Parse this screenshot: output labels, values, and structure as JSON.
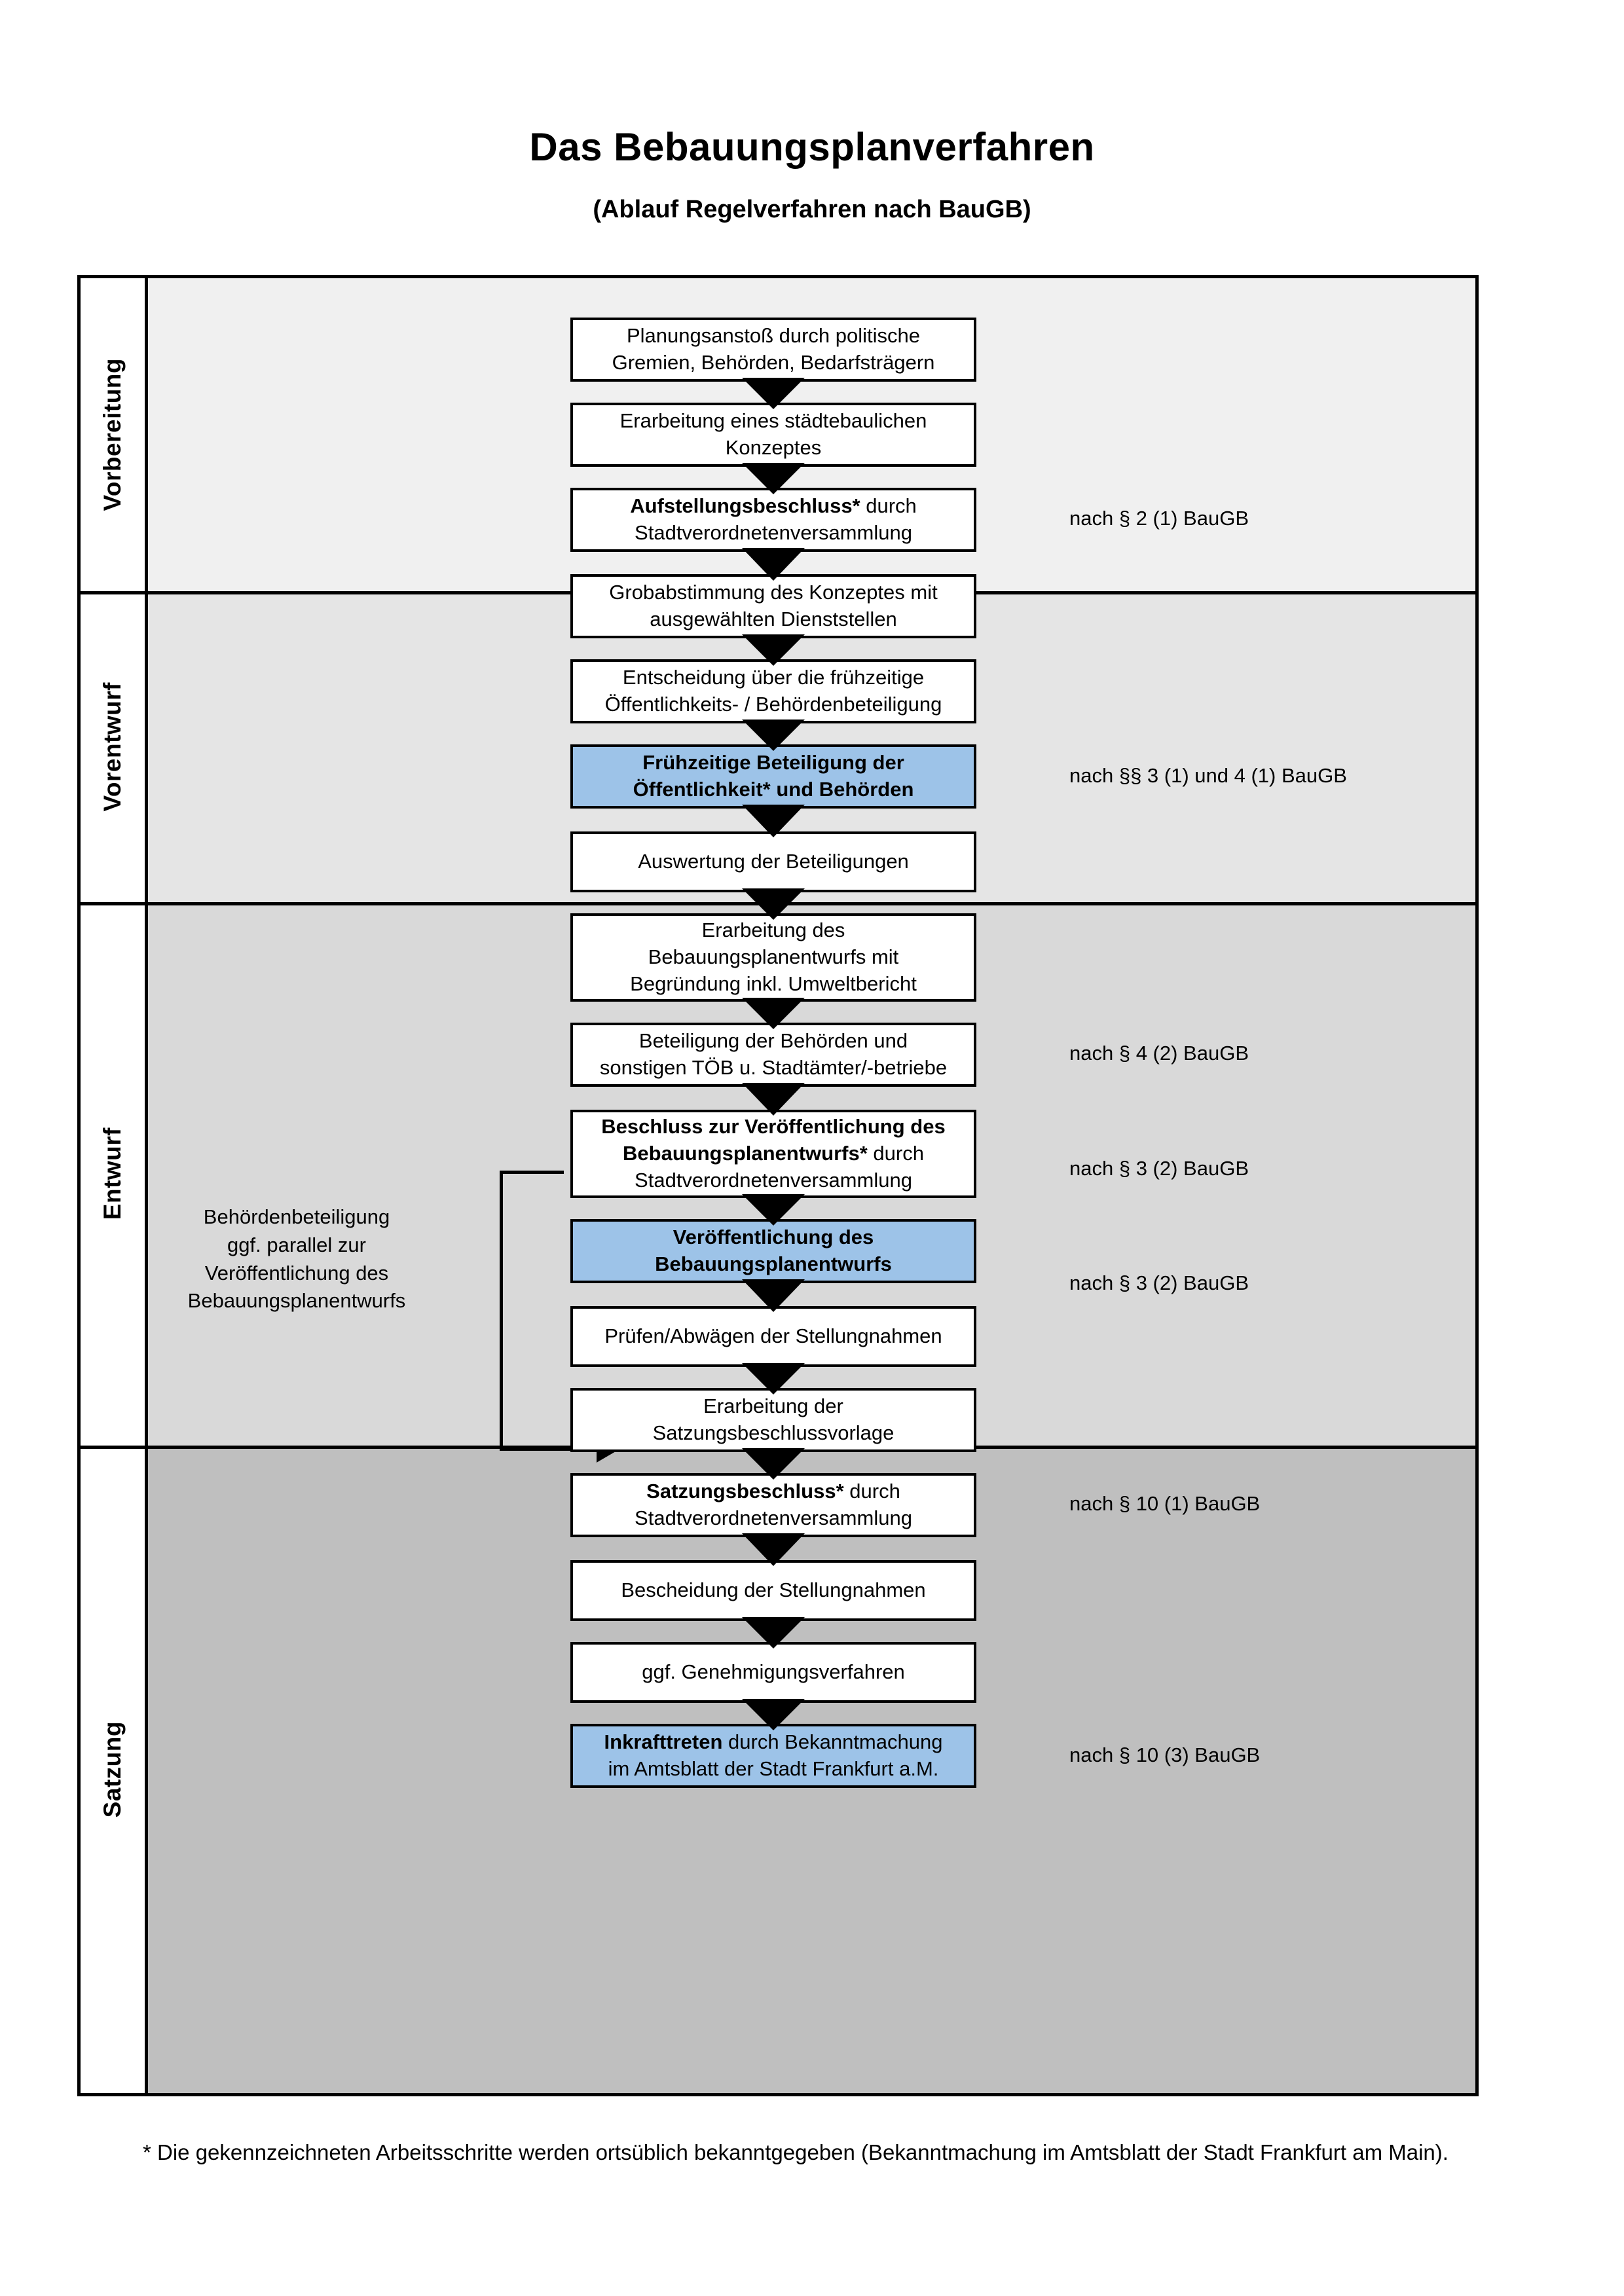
{
  "header": {
    "title": "Das Bebauungsplanverfahren",
    "subtitle": "(Ablauf Regelverfahren nach BauGB)"
  },
  "phases": [
    {
      "id": "vorbereitung",
      "label": "Vorbereitung",
      "bg": "#F0F0F0"
    },
    {
      "id": "vorentwurf",
      "label": "Vorentwurf",
      "bg": "#E5E5E5"
    },
    {
      "id": "entwurf",
      "label": "Entwurf",
      "bg": "#D9D9D9"
    },
    {
      "id": "satzung",
      "label": "Satzung",
      "bg": "#BFBFBF"
    }
  ],
  "steps": [
    {
      "id": "s1",
      "phase": "vorbereitung",
      "lines": [
        "Planungsanstoß durch politische",
        "Gremien, Behörden, Bedarfsträgern"
      ],
      "bold": "",
      "highlight": false
    },
    {
      "id": "s2",
      "phase": "vorbereitung",
      "lines": [
        "Erarbeitung eines städtebaulichen",
        "Konzeptes"
      ],
      "bold": "",
      "highlight": false
    },
    {
      "id": "s3",
      "phase": "vorbereitung",
      "lines": [
        "Aufstellungsbeschluss* durch",
        "Stadtverordnetenversammlung"
      ],
      "bold": "Aufstellungsbeschluss*",
      "highlight": false
    },
    {
      "id": "s4",
      "phase": "vorentwurf",
      "lines": [
        "Grobabstimmung des Konzeptes mit",
        "ausgewählten Dienststellen"
      ],
      "bold": "",
      "highlight": false
    },
    {
      "id": "s5",
      "phase": "vorentwurf",
      "lines": [
        "Entscheidung über die frühzeitige",
        "Öffentlichkeits- / Behördenbeteiligung"
      ],
      "bold": "",
      "highlight": false
    },
    {
      "id": "s6",
      "phase": "vorentwurf",
      "lines": [
        "Frühzeitige Beteiligung der",
        "Öffentlichkeit* und Behörden"
      ],
      "bold": "all",
      "highlight": true
    },
    {
      "id": "s7",
      "phase": "entwurf",
      "lines": [
        "Auswertung der Beteiligungen"
      ],
      "bold": "",
      "highlight": false
    },
    {
      "id": "s8",
      "phase": "entwurf",
      "lines": [
        "Erarbeitung des",
        "Bebauungsplanentwurfs mit",
        "Begründung inkl. Umweltbericht"
      ],
      "bold": "",
      "highlight": false
    },
    {
      "id": "s9",
      "phase": "entwurf",
      "lines": [
        "Beteiligung der Behörden und",
        "sonstigen TÖB u. Stadtämter/-betriebe"
      ],
      "bold": "",
      "highlight": false
    },
    {
      "id": "s10",
      "phase": "entwurf",
      "lines": [
        "Beschluss zur Veröffentlichung des",
        "Bebauungsplanentwurfs* durch",
        "Stadtverordnetenversammlung"
      ],
      "bold": "Beschluss zur Veröffentlichung des Bebauungsplanentwurfs*",
      "highlight": false
    },
    {
      "id": "s11",
      "phase": "entwurf",
      "lines": [
        "Veröffentlichung des",
        "Bebauungsplanentwurfs"
      ],
      "bold": "all",
      "highlight": true
    },
    {
      "id": "s12",
      "phase": "satzung",
      "lines": [
        "Prüfen/Abwägen der Stellungnahmen"
      ],
      "bold": "",
      "highlight": false
    },
    {
      "id": "s13",
      "phase": "satzung",
      "lines": [
        "Erarbeitung der",
        "Satzungsbeschlussvorlage"
      ],
      "bold": "",
      "highlight": false
    },
    {
      "id": "s14",
      "phase": "satzung",
      "lines": [
        "Satzungsbeschluss* durch",
        "Stadtverordnetenversammlung"
      ],
      "bold": "Satzungsbeschluss*",
      "highlight": false
    },
    {
      "id": "s15",
      "phase": "satzung",
      "lines": [
        "Bescheidung der Stellungnahmen"
      ],
      "bold": "",
      "highlight": false
    },
    {
      "id": "s16",
      "phase": "satzung",
      "lines": [
        "ggf. Genehmigungsverfahren"
      ],
      "bold": "",
      "highlight": false
    },
    {
      "id": "s17",
      "phase": "satzung",
      "lines": [
        "Inkrafttreten durch Bekanntmachung",
        "im Amtsblatt der Stadt Frankfurt a.M."
      ],
      "bold": "Inkrafttreten",
      "highlight": true
    }
  ],
  "step_text": {
    "s1_l1": "Planungsanstoß durch politische",
    "s1_l2": "Gremien, Behörden, Bedarfsträgern",
    "s2_l1": "Erarbeitung eines städtebaulichen",
    "s2_l2": "Konzeptes",
    "s3_bold": "Aufstellungsbeschluss*",
    "s3_rest": " durch",
    "s3_l2": "Stadtverordnetenversammlung",
    "s4_l1": "Grobabstimmung des Konzeptes mit",
    "s4_l2": "ausgewählten Dienststellen",
    "s5_l1": "Entscheidung über die frühzeitige",
    "s5_l2": "Öffentlichkeits- / Behördenbeteiligung",
    "s6_l1": "Frühzeitige Beteiligung der",
    "s6_l2": "Öffentlichkeit* und Behörden",
    "s7_l1": "Auswertung der Beteiligungen",
    "s8_l1": "Erarbeitung des",
    "s8_l2": "Bebauungsplanentwurfs mit",
    "s8_l3": "Begründung inkl. Umweltbericht",
    "s9_l1": "Beteiligung der Behörden und",
    "s9_l2": "sonstigen TÖB u. Stadtämter/-betriebe",
    "s10_b1": "Beschluss zur Veröffentlichung des",
    "s10_b2": "Bebauungsplanentwurfs*",
    "s10_rest": " durch",
    "s10_l3": "Stadtverordnetenversammlung",
    "s11_l1": "Veröffentlichung des",
    "s11_l2": "Bebauungsplanentwurfs",
    "s12_l1": "Prüfen/Abwägen der Stellungnahmen",
    "s13_l1": "Erarbeitung der",
    "s13_l2": "Satzungsbeschlussvorlage",
    "s14_bold": "Satzungsbeschluss*",
    "s14_rest": " durch",
    "s14_l2": "Stadtverordnetenversammlung",
    "s15_l1": "Bescheidung der Stellungnahmen",
    "s16_l1": "ggf. Genehmigungsverfahren",
    "s17_bold": "Inkrafttreten",
    "s17_rest": " durch Bekanntmachung",
    "s17_l2": "im Amtsblatt der Stadt Frankfurt a.M."
  },
  "legal_refs": [
    {
      "id": "r1",
      "text": "nach § 2 (1) BauGB",
      "for": "s3"
    },
    {
      "id": "r2",
      "text": "nach §§ 3 (1) und 4 (1) BauGB",
      "for": "s6"
    },
    {
      "id": "r3",
      "text": "nach § 4 (2) BauGB",
      "for": "s9"
    },
    {
      "id": "r4",
      "text": "nach § 3 (2) BauGB",
      "for": "s10"
    },
    {
      "id": "r5",
      "text": "nach § 3 (2) BauGB",
      "for": "s11"
    },
    {
      "id": "r6",
      "text": "nach § 10 (1) BauGB",
      "for": "s14"
    },
    {
      "id": "r7",
      "text": "nach § 10 (3) BauGB",
      "for": "s17"
    }
  ],
  "side_note": {
    "lines": [
      "Behördenbeteiligung",
      "ggf. parallel zur",
      "Veröffentlichung des",
      "Bebauungsplanentwurfs"
    ]
  },
  "footnote": {
    "text": "* Die gekennzeichneten Arbeitsschritte werden ortsüblich bekanntgegeben (Bekanntmachung im Amtsblatt  der Stadt Frankfurt am Main)."
  },
  "colors": {
    "highlight_blue": "#9DC3E8",
    "border_black": "#000000",
    "band_vorbereitung": "#F0F0F0",
    "band_vorentwurf": "#E5E5E5",
    "band_entwurf": "#D9D9D9",
    "band_satzung": "#BFBFBF"
  }
}
